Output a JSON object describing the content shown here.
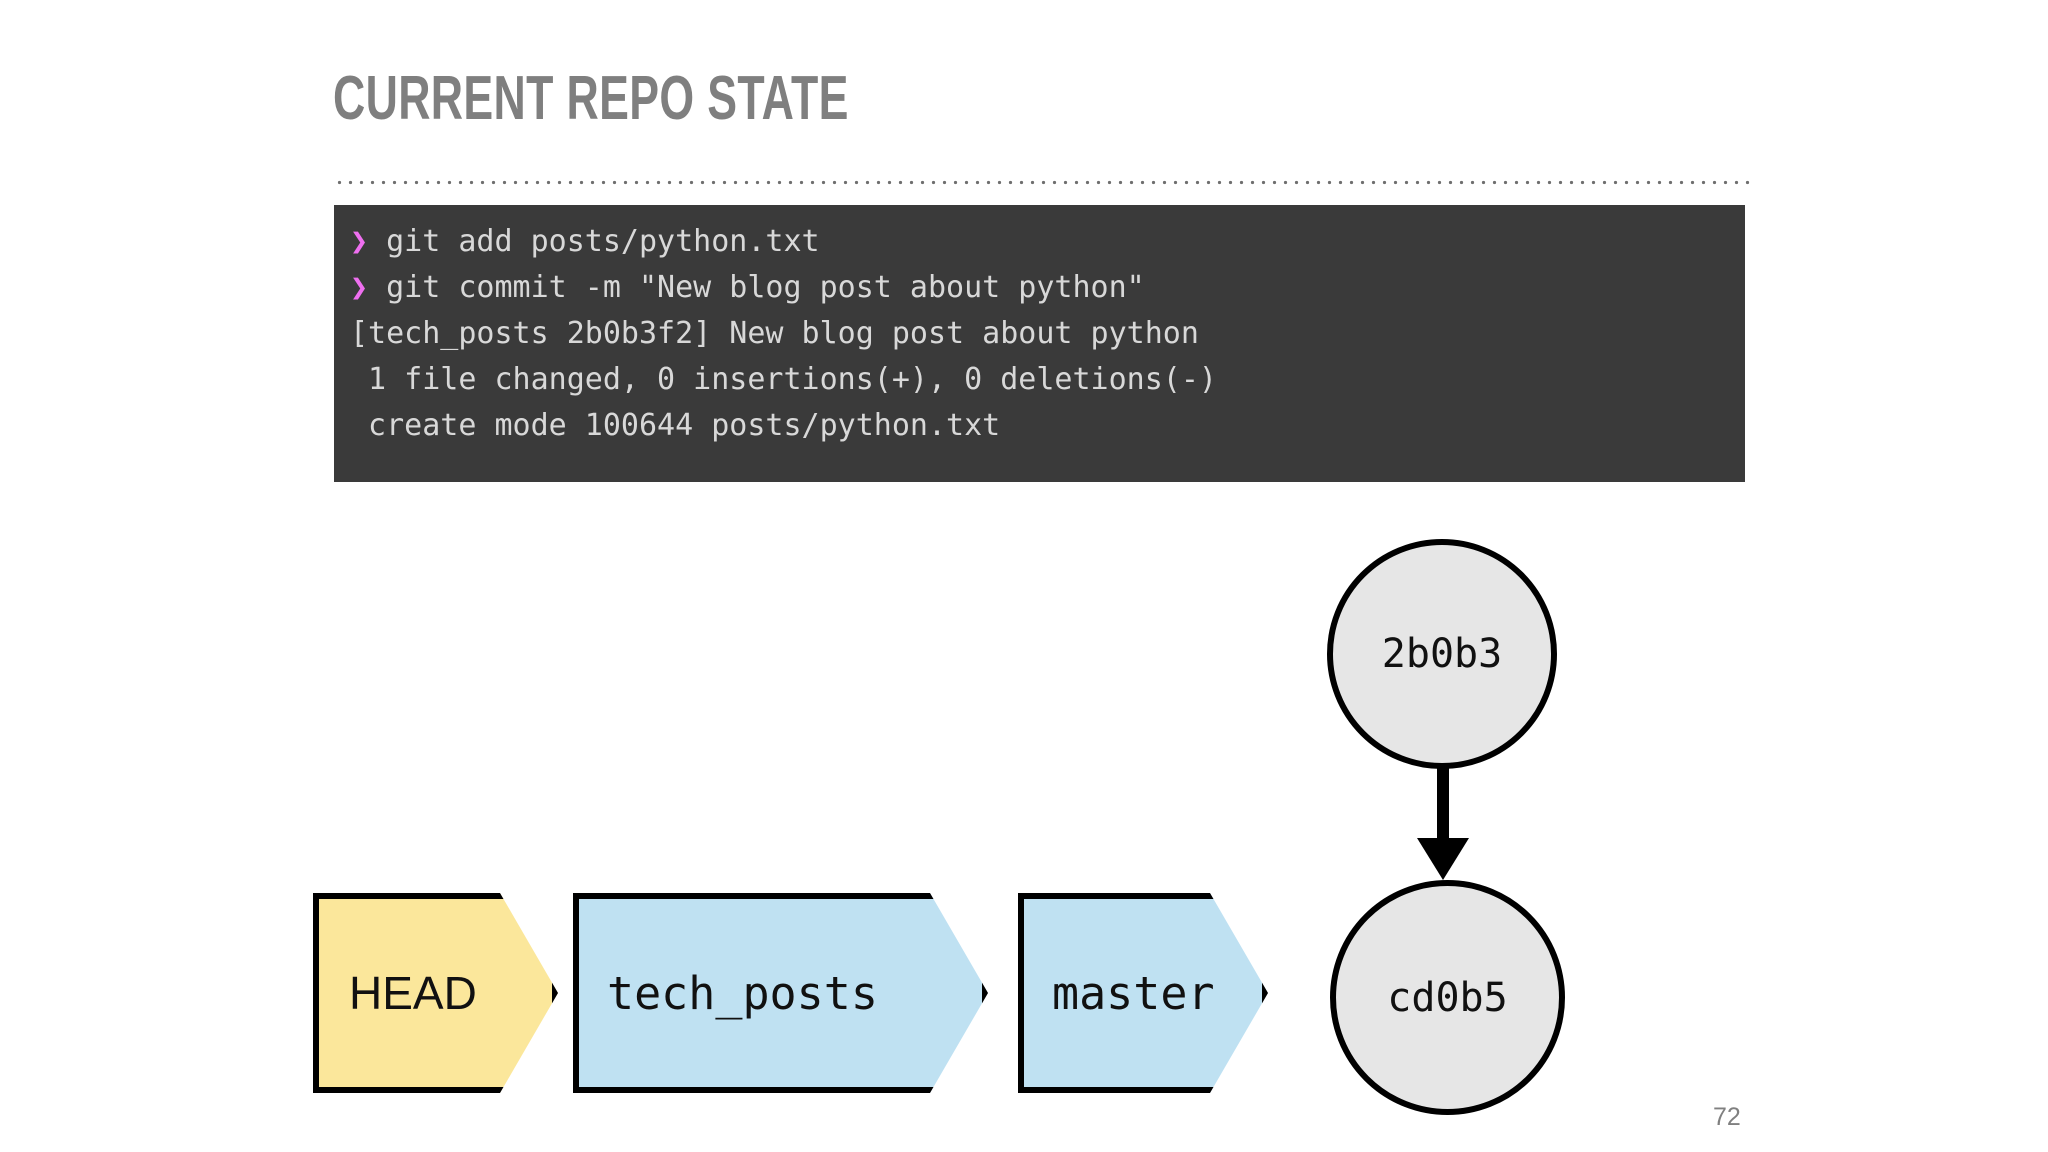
{
  "slide": {
    "title": "Current Repo State",
    "page_number": "72"
  },
  "terminal": {
    "prompt_symbol": "❯",
    "background_color": "#3a3a3a",
    "text_color": "#d8d8d8",
    "prompt_color": "#ef6ff0",
    "lines": [
      {
        "type": "command",
        "prompt": "❯",
        "text": " git add posts/python.txt"
      },
      {
        "type": "command",
        "prompt": "❯",
        "text": " git commit -m \"New blog post about python\""
      },
      {
        "type": "output",
        "prompt": "",
        "text": "[tech_posts 2b0b3f2] New blog post about python"
      },
      {
        "type": "output",
        "prompt": "",
        "text": " 1 file changed, 0 insertions(+), 0 deletions(-)"
      },
      {
        "type": "output",
        "prompt": "",
        "text": " create mode 100644 posts/python.txt"
      }
    ]
  },
  "graph": {
    "commits": [
      {
        "id": "2b0b3",
        "label": "2b0b3",
        "fill": "#e6e6e6"
      },
      {
        "id": "cd0b5",
        "label": "cd0b5",
        "fill": "#e6e6e6"
      }
    ],
    "edges": [
      {
        "from": "2b0b3",
        "to": "cd0b5",
        "direction": "down"
      }
    ],
    "tags": [
      {
        "id": "head",
        "label": "HEAD",
        "fill": "#fbe79b",
        "kind": "head"
      },
      {
        "id": "tech_posts",
        "label": "tech_posts",
        "fill": "#bfe1f2",
        "kind": "branch"
      },
      {
        "id": "master",
        "label": "master",
        "fill": "#bfe1f2",
        "kind": "branch"
      }
    ]
  }
}
